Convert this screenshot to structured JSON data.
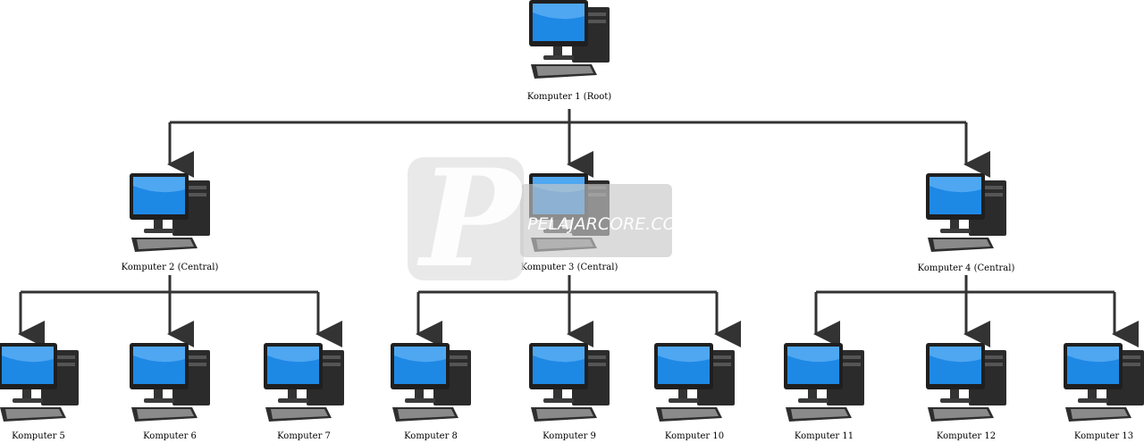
{
  "nodes": {
    "root": "Komputer 1 (Root)",
    "c2": "Komputer 2 (Central)",
    "c3": "Komputer 3 (Central)",
    "c4": "Komputer 4 (Central)",
    "k5": "Komputer 5",
    "k6": "Komputer 6",
    "k7": "Komputer 7",
    "k8": "Komputer 8",
    "k9": "Komputer 9",
    "k10": "Komputer 10",
    "k11": "Komputer 11",
    "k12": "Komputer 12",
    "k13": "Komputer 13"
  },
  "watermark": {
    "text": "PELAJARCORE.COM"
  },
  "colors": {
    "screen": "#1e88e5",
    "monitor_frame": "#2a2a2a",
    "line": "#333333"
  }
}
